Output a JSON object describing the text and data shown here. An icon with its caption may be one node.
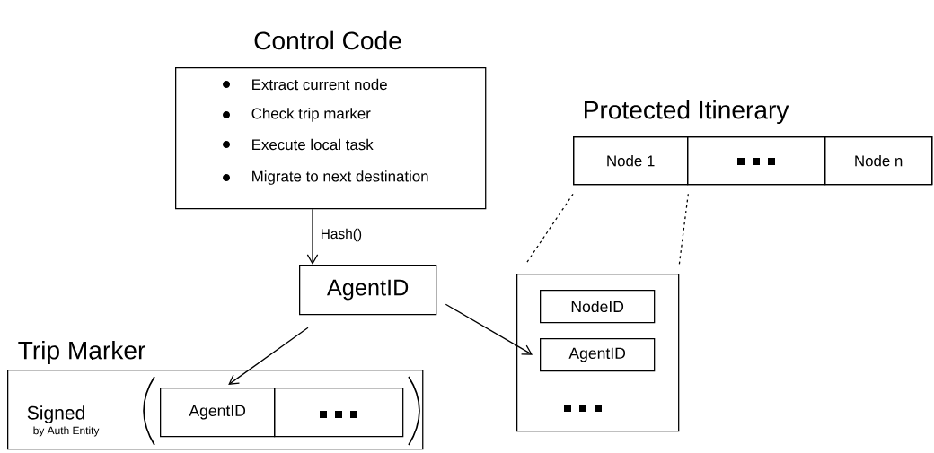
{
  "diagram": {
    "nodes": [
      {
        "text": [
          "Control Code",
          "Extract current node",
          "Check trip marker",
          "Execute local task",
          "Migrate to next destination"
        ]
      },
      {
        "text": [
          "AgentID"
        ]
      },
      {
        "text": [
          "Protected Itinerary"
        ]
      },
      {
        "text": [
          "Node 1"
        ],
        "in": 2
      },
      {
        "text": [],
        "shape": "box",
        "in": 2
      },
      {
        "text": [
          "Node n"
        ],
        "in": 2
      },
      {
        "text": [],
        "shape": "box"
      },
      {
        "text": [
          "NodeID"
        ],
        "in": 6
      },
      {
        "text": [
          "AgentID"
        ],
        "in": 6
      },
      {
        "text": [
          "Trip Marker",
          "Signed",
          "by Auth Entity"
        ]
      },
      {
        "text": [
          "AgentID"
        ],
        "in": 9
      },
      {
        "text": [],
        "shape": "box",
        "in": 9
      }
    ],
    "edges": [
      {
        "from": 0,
        "to": 1,
        "arrow": "to",
        "label": "Hash()"
      },
      {
        "from": 1,
        "to": 10,
        "arrow": "to"
      },
      {
        "from": 1,
        "to": 8,
        "arrow": "to"
      },
      {
        "from": 3,
        "to": 6,
        "arrow": "none",
        "style": "dashed"
      },
      {
        "from": 3,
        "to": 6,
        "arrow": "none",
        "style": "dashed"
      }
    ]
  }
}
